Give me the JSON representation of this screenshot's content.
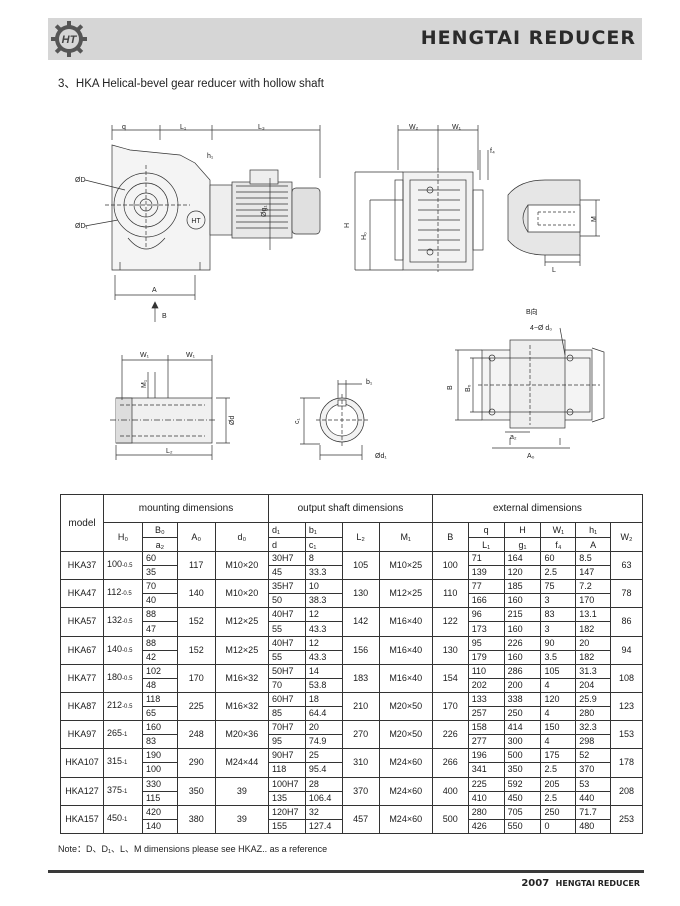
{
  "header": {
    "logo_text": "HT",
    "brand": "HENGTAI REDUCER"
  },
  "section_title": "3、HKA Helical-bevel gear reducer with hollow shaft",
  "drawing_labels": {
    "q": "q",
    "L1": "L₁",
    "L3": "L₃",
    "h1": "h₁",
    "phiD": "ØD",
    "phiD1": "ØD₁",
    "phiG1": "Øg₁",
    "A": "A",
    "B_arrow": "B",
    "W2": "W₂",
    "W1": "W₁",
    "f4": "f₄",
    "H": "H",
    "H0": "H₀",
    "M": "M",
    "L": "L",
    "B_view": "B向",
    "W1a": "W₁",
    "W1b": "W₁",
    "M1": "M₁",
    "phid": "Ød",
    "L2": "L₂",
    "b1": "b₁",
    "c1": "c₁",
    "phid1": "Ød₁",
    "holes": "4−Ø d₀",
    "B": "B",
    "B0": "B₀",
    "a2": "a₂",
    "A0": "A₀"
  },
  "table": {
    "model_header": "model",
    "group_mount": "mounting dimensions",
    "group_output": "output shaft dimensions",
    "group_external": "external dimensions",
    "cols": {
      "H0": "H₀",
      "B0": "B₀",
      "a2": "a₂",
      "A0": "A₀",
      "d0": "d₀",
      "d1": "d₁",
      "d": "d",
      "b1": "b₁",
      "c1": "c₁",
      "L2": "L₂",
      "M1": "M₁",
      "B": "B",
      "q": "q",
      "L1": "L₁",
      "H": "H",
      "g1": "g₁",
      "W1": "W₁",
      "f4": "f₄",
      "h1": "h₁",
      "A": "A",
      "W2": "W₂"
    },
    "rows": [
      {
        "model": "HKA37",
        "H0": "100",
        "tol": "-0.5",
        "B0": "60",
        "a2": "35",
        "A0": "117",
        "d0": "M10×20",
        "d1": "30H7",
        "d": "45",
        "b1": "8",
        "c1": "33.3",
        "L2": "105",
        "M1": "M10×25",
        "B": "100",
        "q": "71",
        "L1": "139",
        "H": "164",
        "g1": "120",
        "W1": "60",
        "f4": "2.5",
        "h1": "8.5",
        "A": "147",
        "W2": "63"
      },
      {
        "model": "HKA47",
        "H0": "112",
        "tol": "-0.5",
        "B0": "70",
        "a2": "40",
        "A0": "140",
        "d0": "M10×20",
        "d1": "35H7",
        "d": "50",
        "b1": "10",
        "c1": "38.3",
        "L2": "130",
        "M1": "M12×25",
        "B": "110",
        "q": "77",
        "L1": "166",
        "H": "185",
        "g1": "160",
        "W1": "75",
        "f4": "3",
        "h1": "7.2",
        "A": "170",
        "W2": "78"
      },
      {
        "model": "HKA57",
        "H0": "132",
        "tol": "-0.5",
        "B0": "88",
        "a2": "47",
        "A0": "152",
        "d0": "M12×25",
        "d1": "40H7",
        "d": "55",
        "b1": "12",
        "c1": "43.3",
        "L2": "142",
        "M1": "M16×40",
        "B": "122",
        "q": "96",
        "L1": "173",
        "H": "215",
        "g1": "160",
        "W1": "83",
        "f4": "3",
        "h1": "13.1",
        "A": "182",
        "W2": "86"
      },
      {
        "model": "HKA67",
        "H0": "140",
        "tol": "-0.5",
        "B0": "88",
        "a2": "42",
        "A0": "152",
        "d0": "M12×25",
        "d1": "40H7",
        "d": "55",
        "b1": "12",
        "c1": "43.3",
        "L2": "156",
        "M1": "M16×40",
        "B": "130",
        "q": "95",
        "L1": "179",
        "H": "226",
        "g1": "160",
        "W1": "90",
        "f4": "3.5",
        "h1": "20",
        "A": "182",
        "W2": "94"
      },
      {
        "model": "HKA77",
        "H0": "180",
        "tol": "-0.5",
        "B0": "102",
        "a2": "48",
        "A0": "170",
        "d0": "M16×32",
        "d1": "50H7",
        "d": "70",
        "b1": "14",
        "c1": "53.8",
        "L2": "183",
        "M1": "M16×40",
        "B": "154",
        "q": "110",
        "L1": "202",
        "H": "286",
        "g1": "200",
        "W1": "105",
        "f4": "4",
        "h1": "31.3",
        "A": "204",
        "W2": "108"
      },
      {
        "model": "HKA87",
        "H0": "212",
        "tol": "-0.5",
        "B0": "118",
        "a2": "65",
        "A0": "225",
        "d0": "M16×32",
        "d1": "60H7",
        "d": "85",
        "b1": "18",
        "c1": "64.4",
        "L2": "210",
        "M1": "M20×50",
        "B": "170",
        "q": "133",
        "L1": "257",
        "H": "338",
        "g1": "250",
        "W1": "120",
        "f4": "4",
        "h1": "25.9",
        "A": "280",
        "W2": "123"
      },
      {
        "model": "HKA97",
        "H0": "265",
        "tol": "-1",
        "B0": "160",
        "a2": "83",
        "A0": "248",
        "d0": "M20×36",
        "d1": "70H7",
        "d": "95",
        "b1": "20",
        "c1": "74.9",
        "L2": "270",
        "M1": "M20×50",
        "B": "226",
        "q": "158",
        "L1": "277",
        "H": "414",
        "g1": "300",
        "W1": "150",
        "f4": "4",
        "h1": "32.3",
        "A": "298",
        "W2": "153"
      },
      {
        "model": "HKA107",
        "H0": "315",
        "tol": "-1",
        "B0": "190",
        "a2": "100",
        "A0": "290",
        "d0": "M24×44",
        "d1": "90H7",
        "d": "118",
        "b1": "25",
        "c1": "95.4",
        "L2": "310",
        "M1": "M24×60",
        "B": "266",
        "q": "196",
        "L1": "341",
        "H": "500",
        "g1": "350",
        "W1": "175",
        "f4": "2.5",
        "h1": "52",
        "A": "370",
        "W2": "178"
      },
      {
        "model": "HKA127",
        "H0": "375",
        "tol": "-1",
        "B0": "330",
        "a2": "115",
        "A0": "350",
        "d0": "39",
        "d1": "100H7",
        "d": "135",
        "b1": "28",
        "c1": "106.4",
        "L2": "370",
        "M1": "M24×60",
        "B": "400",
        "q": "225",
        "L1": "410",
        "H": "592",
        "g1": "450",
        "W1": "205",
        "f4": "2.5",
        "h1": "53",
        "A": "440",
        "W2": "208"
      },
      {
        "model": "HKA157",
        "H0": "450",
        "tol": "-1",
        "B0": "420",
        "a2": "140",
        "A0": "380",
        "d0": "39",
        "d1": "120H7",
        "d": "155",
        "b1": "32",
        "c1": "127.4",
        "L2": "457",
        "M1": "M24×60",
        "B": "500",
        "q": "280",
        "L1": "426",
        "H": "705",
        "g1": "550",
        "W1": "250",
        "f4": "0",
        "h1": "71.7",
        "A": "480",
        "W2": "253"
      }
    ]
  },
  "note": "Note：D、D₁、L、M dimensions please see HKAZ.. as a reference",
  "footer": {
    "page": "2007",
    "brand": "HENGTAI REDUCER"
  }
}
